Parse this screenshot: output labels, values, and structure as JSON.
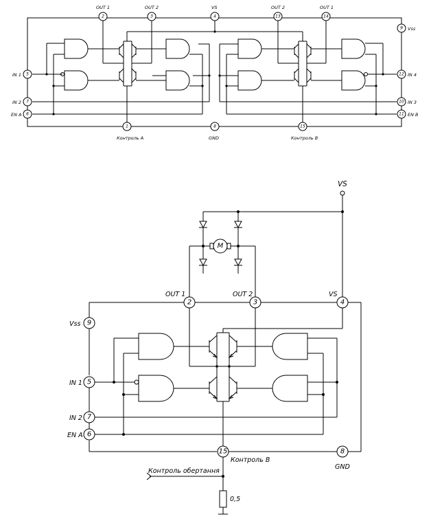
{
  "top_diagram": {
    "labels": {
      "out1_left": "OUT 1",
      "out2_left": "OUT 2",
      "vs": "VS",
      "out2_right": "OUT 2",
      "out1_right": "OUT 1",
      "vss": "Vss",
      "in1": "IN 1",
      "in2": "IN 2",
      "ena": "EN A",
      "in4": "IN 4",
      "in3": "IN 3",
      "enb": "EN B",
      "control_a": "Контроль А",
      "gnd": "GND",
      "control_b": "Контроль В"
    },
    "pins": {
      "p2": "2",
      "p3": "3",
      "p4": "4",
      "p13": "13",
      "p14": "14",
      "p9": "9",
      "p5": "5",
      "p7": "7",
      "p6": "6",
      "p12": "12",
      "p10": "10",
      "p11": "11",
      "p1": "1",
      "p8": "8",
      "p15": "15"
    }
  },
  "bottom_diagram": {
    "labels": {
      "vs_top": "VS",
      "motor": "M",
      "out1": "OUT 1",
      "out2": "OUT 2",
      "vs": "VS",
      "vss": "Vss",
      "in1": "IN 1",
      "in2": "IN 2",
      "ena": "EN A",
      "control_b": "Контроль В",
      "gnd": "GND",
      "rotation_control": "Контроль обертання",
      "resistor_value": "0,5"
    },
    "pins": {
      "p2": "2",
      "p3": "3",
      "p4": "4",
      "p9": "9",
      "p5": "5",
      "p7": "7",
      "p6": "6",
      "p15": "15",
      "p8": "8"
    }
  }
}
